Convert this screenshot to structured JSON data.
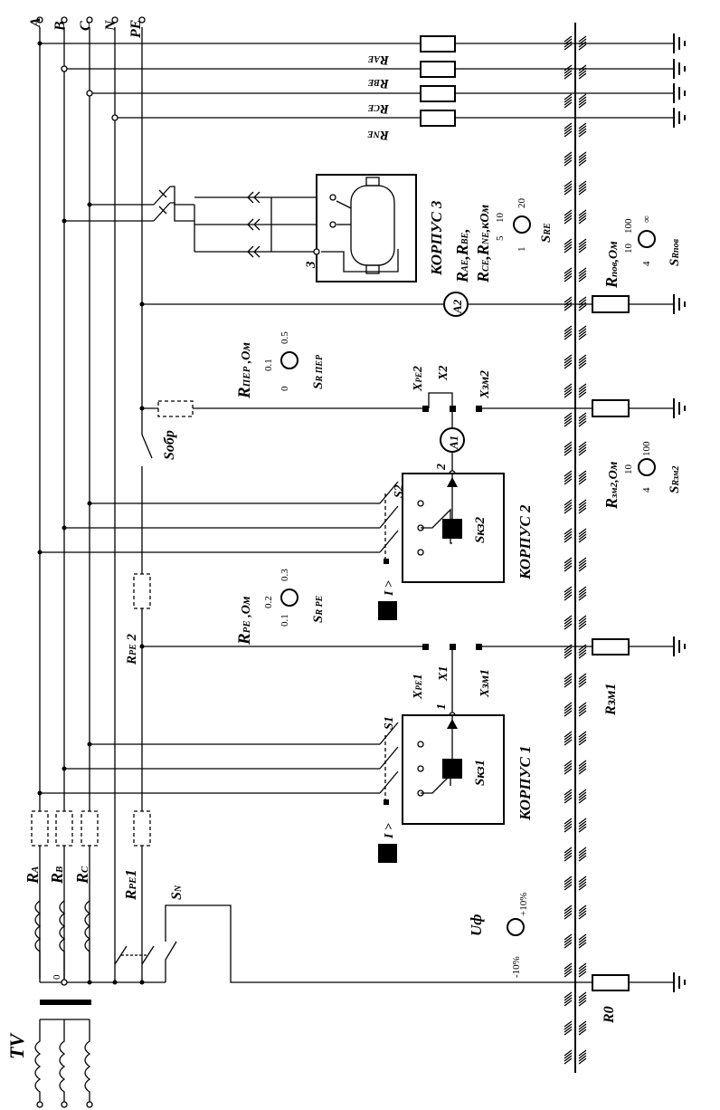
{
  "buses": [
    "A",
    "B",
    "C",
    "N",
    "PE"
  ],
  "transformer": "TV",
  "supply": {
    "ra": "R",
    "ra_sub": "A",
    "rb": "R",
    "rb_sub": "B",
    "rc": "R",
    "rc_sub": "C",
    "zero": "0"
  },
  "sn": {
    "main": "S",
    "sub": "N"
  },
  "rpe1": {
    "main": "R",
    "sub": "PE",
    "suffix": "1"
  },
  "rpe2": {
    "main": "R",
    "sub": "PE",
    "suffix": " 2"
  },
  "leak": [
    {
      "main": "R",
      "sub": "AE"
    },
    {
      "main": "R",
      "sub": "BE"
    },
    {
      "main": "R",
      "sub": "CE"
    },
    {
      "main": "R",
      "sub": "NE"
    }
  ],
  "case1": {
    "title": "КОРПУС 1",
    "switch": "S1",
    "sk": "Sкз1",
    "node": "1",
    "x1": "X1",
    "xpe": "X",
    "xpe_sub": "PE",
    "xpe_suffix": "1",
    "xzm": "Xзм1",
    "rzm": "Rзм1",
    "oc": "I >"
  },
  "case2": {
    "title": "КОРПУС 2",
    "switch": "S2",
    "sk": "Sкз2",
    "node": "2",
    "x2": "X2",
    "xpe": "X",
    "xpe_sub": "PE",
    "xpe_suffix": "2",
    "xzm": "Xзм2",
    "oc": "I >"
  },
  "case3": {
    "title": "КОРПУС 3",
    "node": "3"
  },
  "meters": {
    "a1": "A1",
    "a2": "A2"
  },
  "sobr": "Sобр",
  "rpe_meter": {
    "line1": "R",
    "sub": "PE",
    "unit": " ,Ом",
    "ticks": [
      "0.1",
      "0.2",
      "0.3"
    ],
    "s": "S",
    "s_sub": "R PE"
  },
  "rper_meter": {
    "line1": "R",
    "sub": "ПЕР",
    "unit": " ,Ом",
    "ticks": [
      "0",
      "0.1",
      "0.5"
    ],
    "s": "S",
    "s_sub": "R ПЕР"
  },
  "rzm2_meter": {
    "line1": "R",
    "sub": "зм2",
    "unit": ",Ом",
    "ticks": [
      "4",
      "10",
      "100"
    ],
    "s": "S",
    "s_sub": "Rзм2"
  },
  "rpov_meter": {
    "line1": "R",
    "sub": "пов",
    "unit": ",Ом",
    "ticks": [
      "4",
      "10",
      "100",
      "∞"
    ],
    "s": "S",
    "s_sub": "Rпов"
  },
  "rxe_meter": {
    "line1": "R",
    "l1a": "AE",
    "l1b": ",R",
    "l1c": "BE",
    "l1d": ",",
    "line2": "R",
    "l2a": "CE",
    "l2b": ",R",
    "l2c": "NE",
    "l2d": ",кОм",
    "ticks": [
      "1",
      "5",
      "10",
      "20"
    ],
    "s": "S",
    "s_sub": "RE"
  },
  "uf_meter": {
    "label": "Uф",
    "ticks": [
      "-10%",
      "+10%"
    ]
  },
  "r0": "R0"
}
